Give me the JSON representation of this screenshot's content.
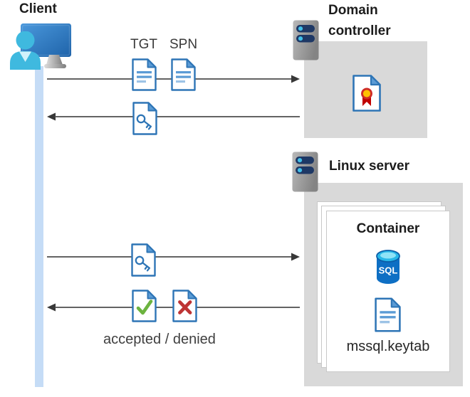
{
  "labels": {
    "client": "Client",
    "domain_controller": "Domain controller",
    "linux_server": "Linux server",
    "container": "Container",
    "tgt": "TGT",
    "spn": "SPN",
    "accepted_denied": "accepted / denied",
    "keytab_file": "mssql.keytab",
    "sql": "SQL"
  },
  "icons": {
    "client": "user-at-monitor-icon",
    "domain_controller": "server-icon",
    "linux_server": "server-icon",
    "certificate": "certificate-icon",
    "tgt_ticket": "document-icon",
    "spn_ticket": "document-icon",
    "session_key": "key-document-icon",
    "accepted": "check-document-icon",
    "denied": "x-document-icon",
    "sql_database": "sql-database-icon",
    "keytab": "document-icon"
  },
  "colors": {
    "doc_border_blue": "#2E75B6",
    "doc_fold_blue": "#5B9BD5",
    "doc_line_light": "#9DC3E6",
    "monitor_blue_dark": "#1F63A9",
    "monitor_blue_light": "#4A98DC",
    "person_cyan": "#3FB9DF",
    "lifeline_blue": "#C5DCF6",
    "box_gray": "#D9D9D9",
    "server_pill_navy": "#1E3865",
    "server_dot_cyan": "#41BEE8",
    "check_green": "#6CB33F",
    "deny_red": "#BE3434",
    "ribbon_red": "#C00000",
    "ribbon_gold": "#FFC000",
    "sql_body_blue": "#0E6FC4",
    "sql_top_cyan": "#28B7E8",
    "arrow_gray": "#4D4D4D"
  }
}
